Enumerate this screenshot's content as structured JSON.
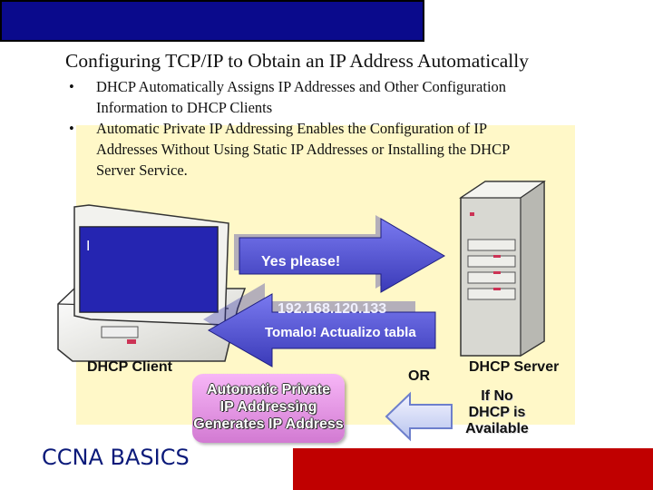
{
  "slide": {
    "title": "Configuring TCP/IP to Obtain an IP Address Automatically",
    "bullets": [
      {
        "line1": "DHCP Automatically Assigns IP Addresses and Other Configuration",
        "line2": "Information to DHCP Clients"
      },
      {
        "line1": "Automatic Private IP Addressing Enables the Configuration of IP",
        "line2": "Addresses Without Using Static IP Addresses or Installing the DHCP",
        "line3": "Server Service."
      }
    ],
    "bullet_symbol": "•",
    "footer": "CCNA BASICS"
  },
  "diagram": {
    "client_label": "DHCP Client",
    "server_label": "DHCP Server",
    "request_arrow_label": "Yes please!",
    "response_ghost_text": "192.168.120.133",
    "response_arrow_label": "Tomalo! Actualizo tabla",
    "apipa_line1": "Automatic Private",
    "apipa_line2": "IP Addressing",
    "apipa_line3": "Generates IP Address",
    "or_label": "OR",
    "condition_line1": "If No",
    "condition_line2": "DHCP is",
    "condition_line3": "Available",
    "screen_cursor": "I"
  },
  "colors": {
    "top_bar": "#0a0a8c",
    "bottom_bar": "#c00000",
    "panel": "#fff8c8",
    "arrow": "#5a5ad8",
    "apipa_box": "#e8a0e8",
    "footer_text": "#0b1a7a"
  }
}
